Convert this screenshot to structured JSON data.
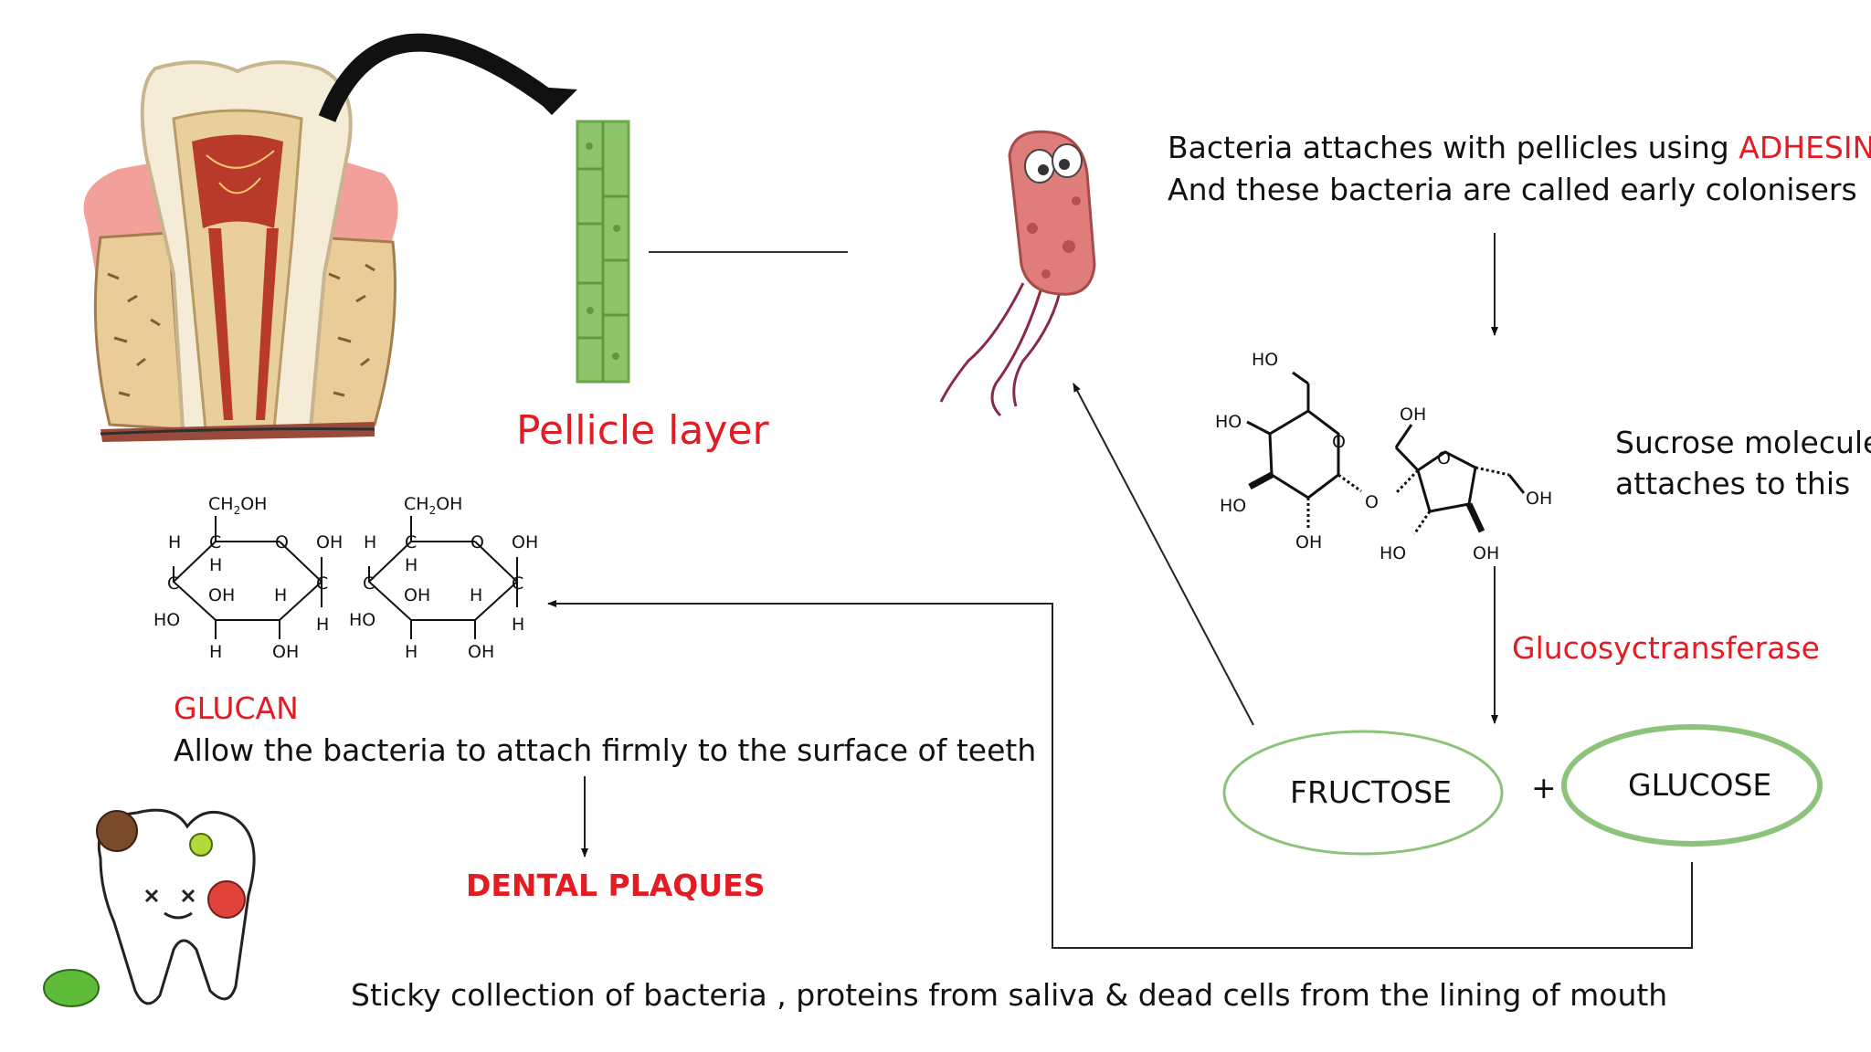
{
  "pellicle": {
    "label": "Pellicle layer"
  },
  "bacteria_attach": {
    "line1_prefix": "Bacteria attaches with pellicles using",
    "line1_keyword": "ADHESIN",
    "line2": "And these bacteria are called early colonisers"
  },
  "sucrose": {
    "line1": "Sucrose molecule",
    "line2": "attaches to this",
    "atoms": {
      "ho": "HO",
      "oh": "OH",
      "o": "O"
    }
  },
  "enzyme": {
    "label": "Glucosyctransferase"
  },
  "products": {
    "fructose": "FRUCTOSE",
    "plus": "+",
    "glucose": "GLUCOSE"
  },
  "glucan": {
    "title": "GLUCAN",
    "description": "Allow the bacteria to attach firmly to the surface of teeth",
    "atoms": {
      "ch2": "CH",
      "sub2": "2",
      "oh_end": "OH",
      "h": "H",
      "c": "C",
      "o": "O",
      "oh": "OH",
      "ho": "HO"
    }
  },
  "plaque": {
    "title": "DENTAL PLAQUES",
    "description": "Sticky collection of bacteria , proteins from saliva & dead cells from the lining of mouth"
  },
  "colors": {
    "red": "#e31b23",
    "ellipse_stroke": "#8cc37a",
    "arrow": "#111111"
  },
  "icons": [
    "tooth-cross-section-illustration",
    "pellicle-cells-strip",
    "bacterium-cartoon",
    "decayed-tooth-cartoon"
  ]
}
